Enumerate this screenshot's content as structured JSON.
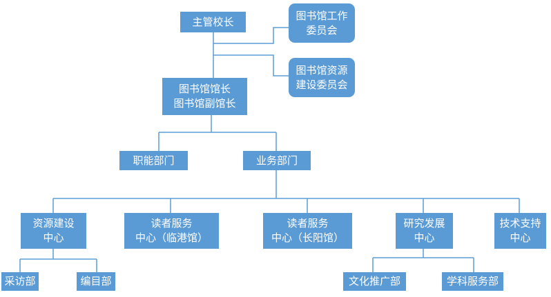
{
  "org_chart": {
    "principal": "主管校长",
    "library_committee": [
      "图书馆工作",
      "委员会"
    ],
    "resource_committee": [
      "图书馆资源",
      "建设委员会"
    ],
    "director": [
      "图书馆馆长",
      "图书馆副馆长"
    ],
    "functional_dept": "职能部门",
    "business_dept": "业务部门",
    "resource_center": [
      "资源建设",
      "中心"
    ],
    "reader_center_lingang": [
      "读者服务",
      "中心（临港馆）"
    ],
    "reader_center_changyang": [
      "读者服务",
      "中心（长阳馆）"
    ],
    "research_center": [
      "研究发展",
      "中心"
    ],
    "tech_center": [
      "技术支持",
      "中心"
    ],
    "acquisition_dept": "采访部",
    "cataloging_dept": "编目部",
    "culture_dept": "文化推广部",
    "subject_dept": "学科服务部"
  },
  "colors": {
    "box_fill": "#5b9bd5",
    "box_text": "#ffffff",
    "connector": "#5b9bd5"
  }
}
